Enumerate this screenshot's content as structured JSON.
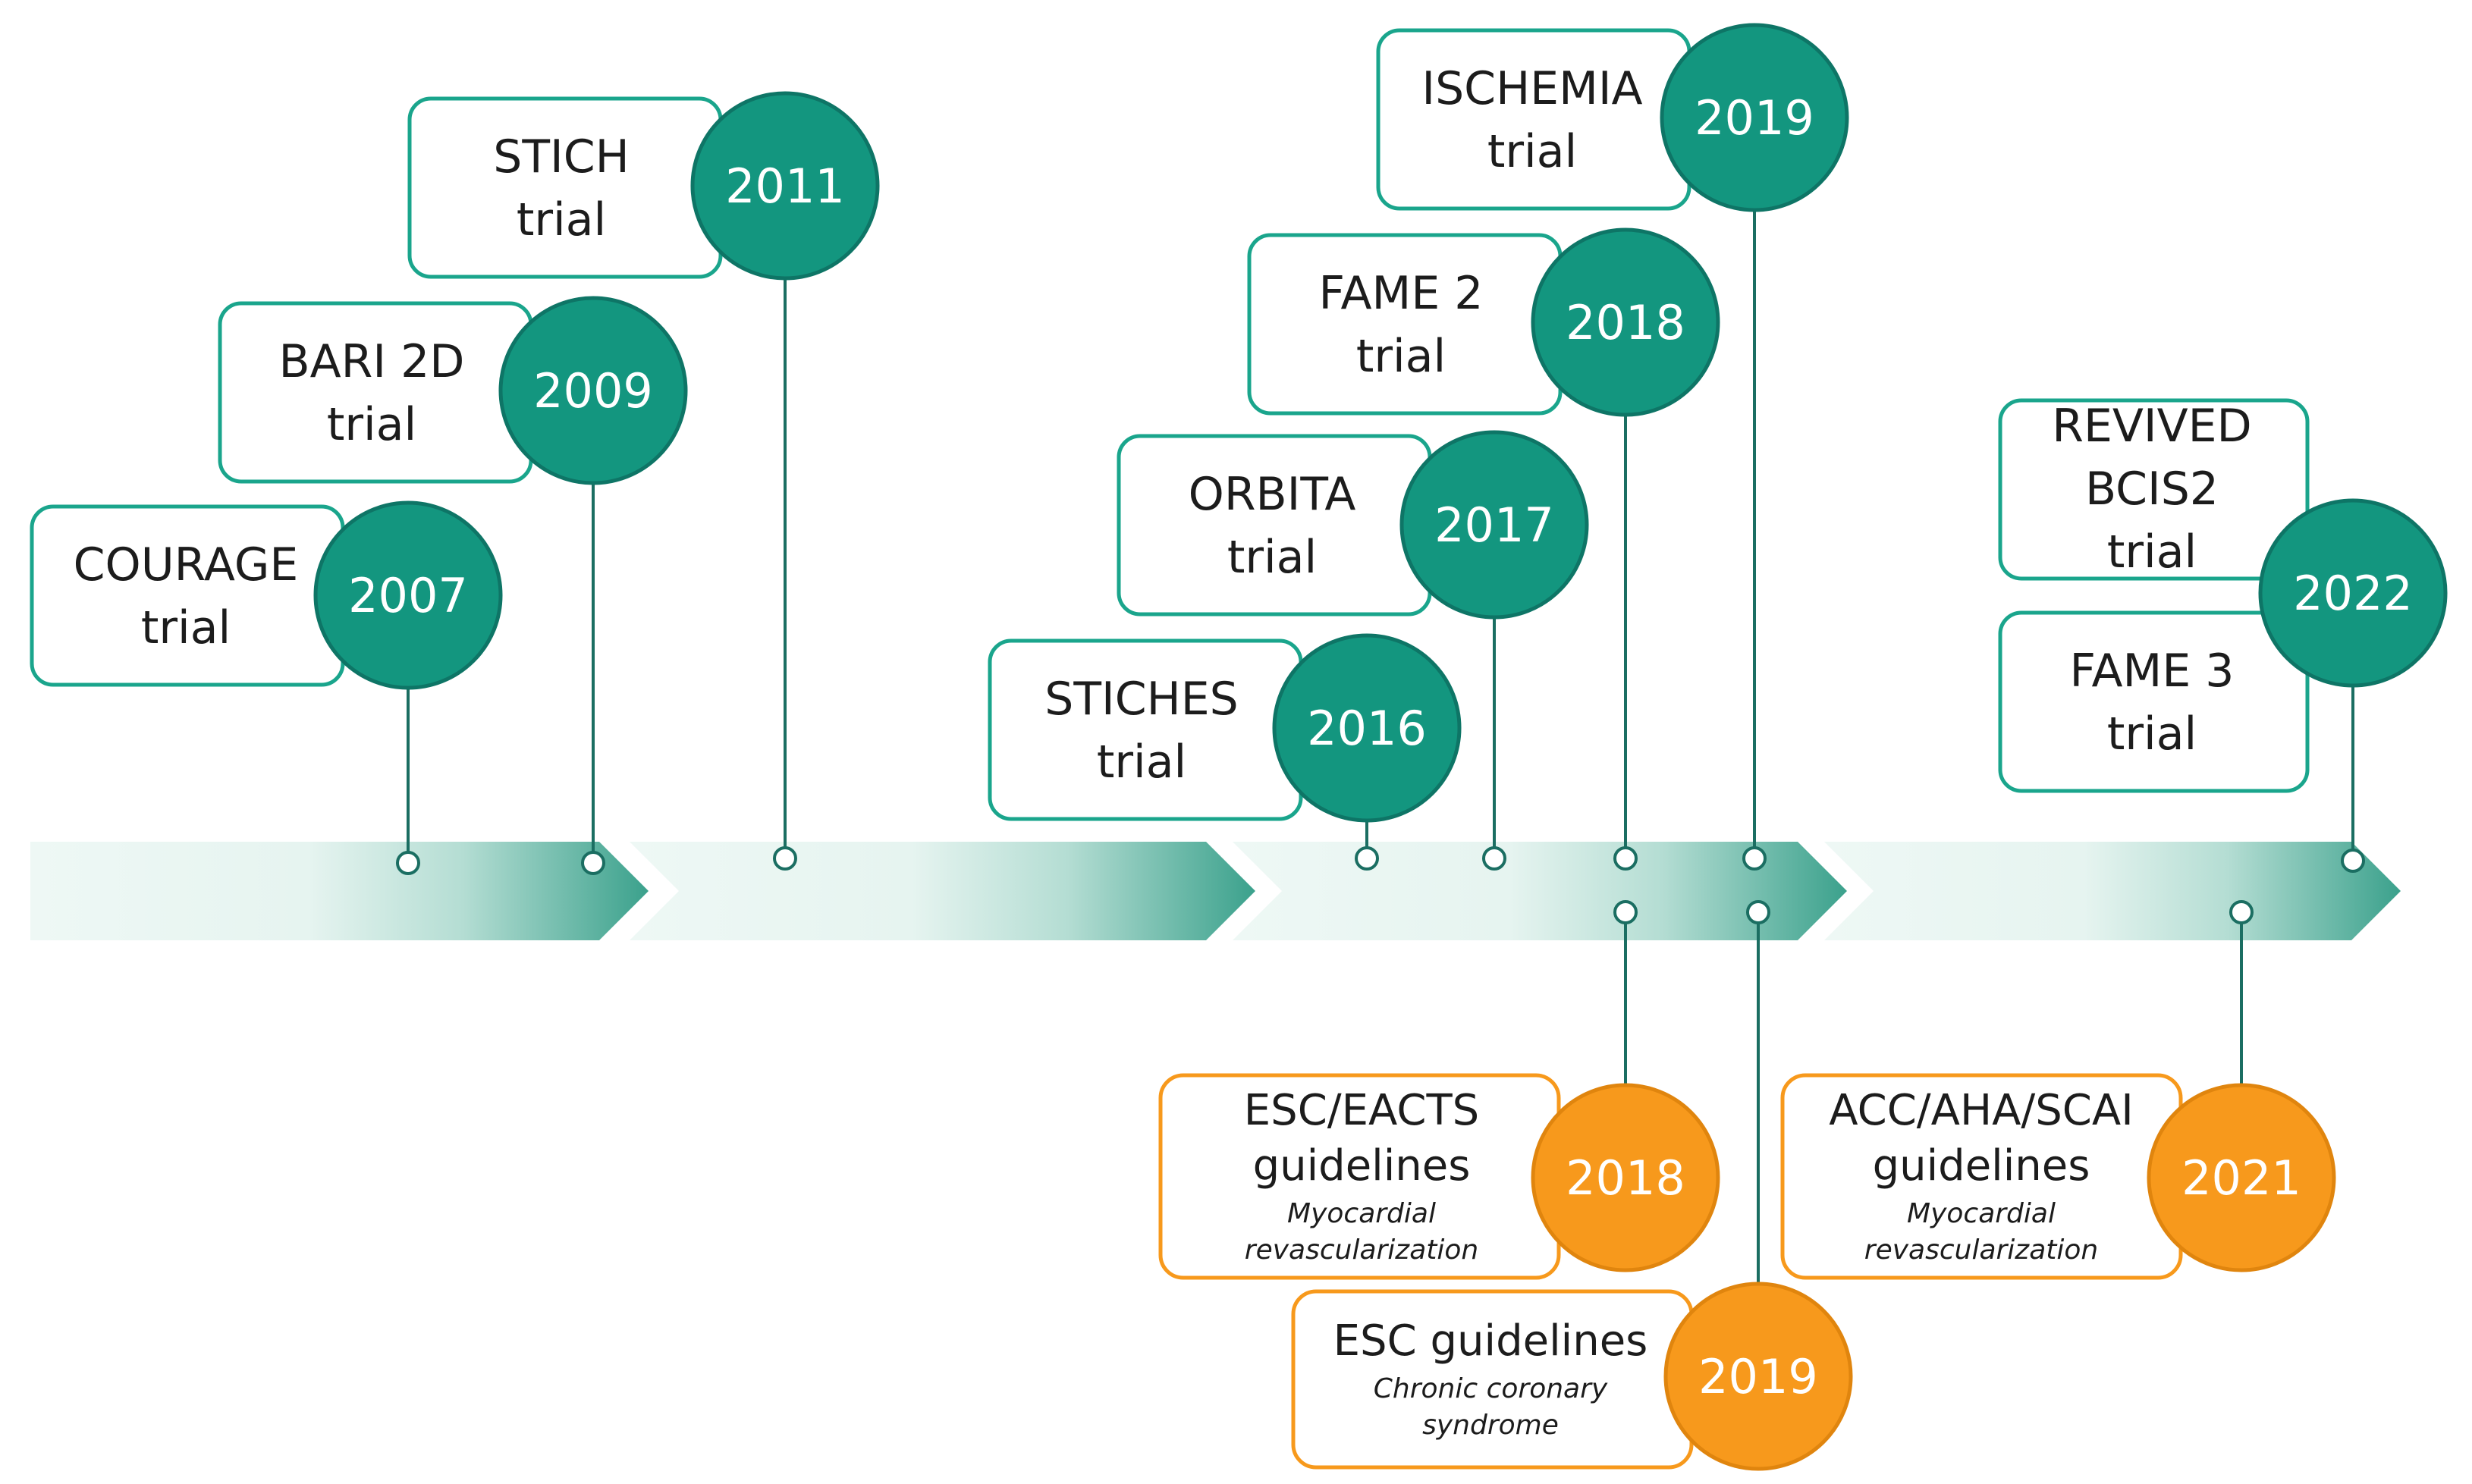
{
  "colors": {
    "trial": "#13967f",
    "trial_stroke": "#0e7566",
    "guideline": "#f7991c",
    "guideline_stroke": "#e0850e",
    "line": "#1b6e62",
    "box_trial_border": "#1aa58c",
    "box_guideline_border": "#f7991c",
    "arrow_light": "#eaf6f3",
    "arrow_dark": "#3aa38e"
  },
  "trials": [
    {
      "id": "courage",
      "year": "2007",
      "lines": [
        "COURAGE",
        "trial"
      ]
    },
    {
      "id": "bari2d",
      "year": "2009",
      "lines": [
        "BARI 2D",
        "trial"
      ]
    },
    {
      "id": "stich",
      "year": "2011",
      "lines": [
        "STICH",
        "trial"
      ]
    },
    {
      "id": "stiches",
      "year": "2016",
      "lines": [
        "STICHES",
        "trial"
      ]
    },
    {
      "id": "orbita",
      "year": "2017",
      "lines": [
        "ORBITA",
        "trial"
      ]
    },
    {
      "id": "fame2",
      "year": "2018",
      "lines": [
        "FAME 2",
        "trial"
      ]
    },
    {
      "id": "ischemia",
      "year": "2019",
      "lines": [
        "ISCHEMIA",
        "trial"
      ]
    },
    {
      "id": "revived",
      "year": "2022",
      "lines": [
        "REVIVED",
        "BCIS2",
        "trial"
      ]
    },
    {
      "id": "fame3",
      "year": "",
      "lines": [
        "FAME 3",
        "trial"
      ]
    }
  ],
  "guidelines": [
    {
      "id": "esc-eacts-2018",
      "year": "2018",
      "lines": [
        "ESC/EACTS",
        "guidelines"
      ],
      "sub": [
        "Myocardial",
        "revascularization"
      ]
    },
    {
      "id": "esc-2019",
      "year": "2019",
      "lines": [
        "ESC guidelines"
      ],
      "sub": [
        "Chronic coronary",
        "syndrome"
      ]
    },
    {
      "id": "acc-aha-scai-2021",
      "year": "2021",
      "lines": [
        "ACC/AHA/SCAI",
        "guidelines"
      ],
      "sub": [
        "Myocardial",
        "revascularization"
      ]
    }
  ]
}
